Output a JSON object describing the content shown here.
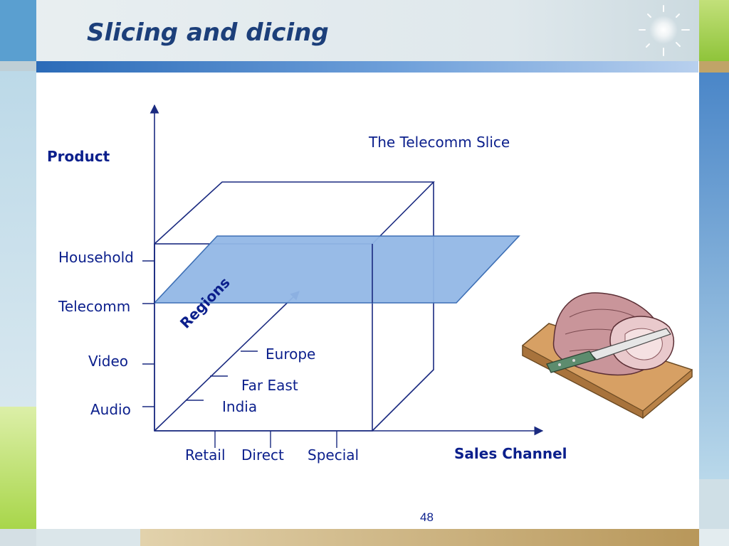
{
  "slide": {
    "title": "Slicing and dicing",
    "page_number": "48"
  },
  "diagram": {
    "product_axis_label": "Product",
    "sales_channel_axis_label": "Sales Channel",
    "regions_axis_label": "Regions",
    "slice_caption": "The Telecomm Slice",
    "products": [
      "Household",
      "Telecomm",
      "Video",
      "Audio"
    ],
    "regions": [
      "Europe",
      "Far East",
      "India"
    ],
    "sales_channels": [
      "Retail",
      "Direct",
      "Special"
    ]
  },
  "colors": {
    "title": "#1c3f7a",
    "label_text": "#0b1f8c",
    "slice_fill": "#92b7e6",
    "axis": "#1a2a80",
    "accent_blue": "#4a86c8",
    "accent_green": "#a8d64a",
    "accent_gold": "#c0a468"
  }
}
